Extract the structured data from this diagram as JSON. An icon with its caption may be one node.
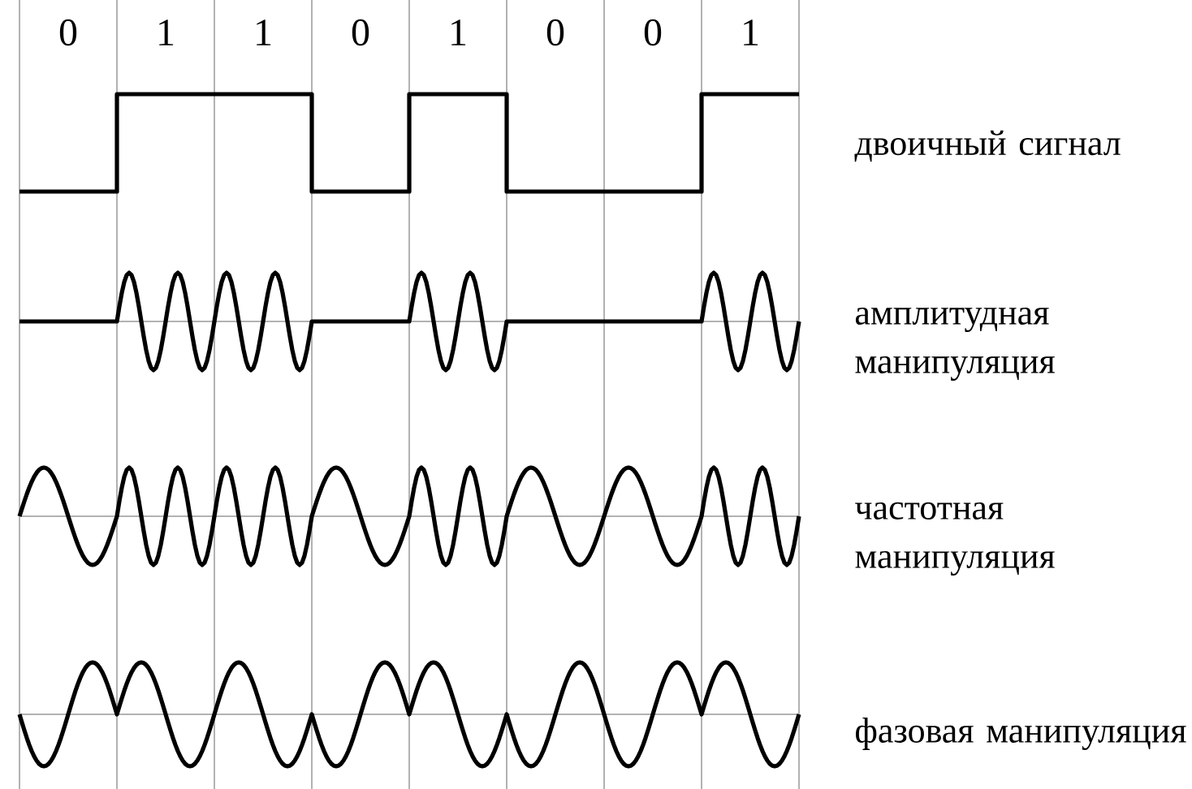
{
  "diagram": {
    "labels": [
      "0",
      "1",
      "1",
      "0",
      "1",
      "0",
      "0",
      "1",
      "двоичный сигнал",
      "амплитудная манипуляция",
      "частотная манипуляция",
      "фазовая манипуляция"
    ]
  }
}
